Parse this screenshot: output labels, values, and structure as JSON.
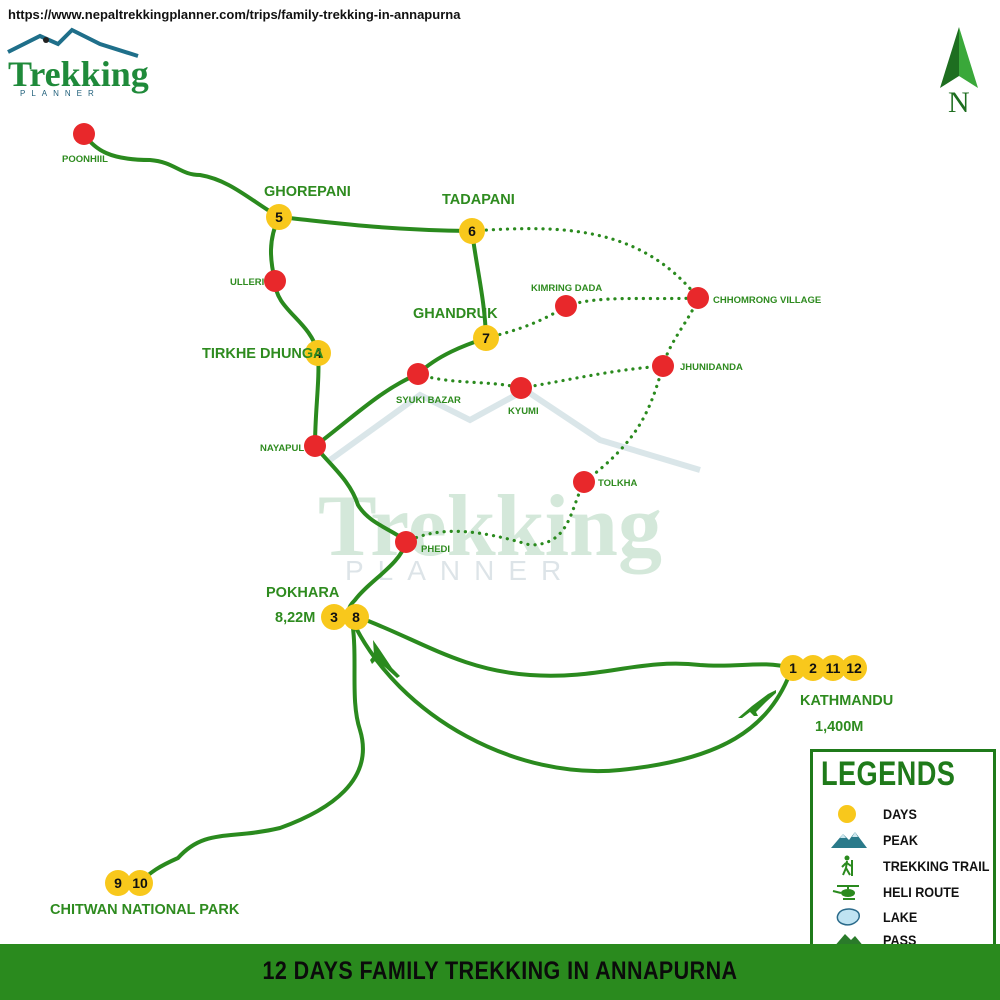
{
  "url": "https://www.nepaltrekkingplanner.com/trips/family-trekking-in-annapurna",
  "logo": {
    "top_text": "Trekking",
    "sub_text": "PLANNER"
  },
  "watermark": {
    "main": "Trekking",
    "sub": "PLANNER"
  },
  "compass": {
    "label": "N"
  },
  "places": {
    "poonhill": "POONHIIL",
    "ghorepani": "GHOREPANI",
    "tadapani": "TADAPANI",
    "ulleri": "ULLERI",
    "kimring_dada": "KIMRING DADA",
    "chhomrong": "CHHOMRONG VILLAGE",
    "ghandruk": "GHANDRUK",
    "tirkhe_dhunga": "TIRKHE DHUNGA",
    "jhunidanda": "JHUNIDANDA",
    "syuki_bazar": "SYUKI BAZAR",
    "kyumi": "KYUMI",
    "nayapul": "NAYAPUL",
    "tolkha": "TOLKHA",
    "phedi": "PHEDI",
    "pokhara": "POKHARA",
    "pokhara_alt": "8,22M",
    "kathmandu": "KATHMANDU",
    "kathmandu_alt": "1,400M",
    "chitwan": "CHITWAN NATIONAL PARK"
  },
  "days": {
    "ghorepani": "5",
    "tadapani": "6",
    "ghandruk": "7",
    "tirkhe_dhunga": "4",
    "pokhara_a": "3",
    "pokhara_b": "8",
    "kathmandu_a": "1",
    "kathmandu_b": "2",
    "kathmandu_c": "11",
    "kathmandu_d": "12",
    "chitwan_a": "9",
    "chitwan_b": "10"
  },
  "legend": {
    "title": "LEGENDS",
    "items": [
      {
        "icon": "day-circle-icon",
        "label": "DAYS"
      },
      {
        "icon": "peak-icon",
        "label": "PEAK"
      },
      {
        "icon": "hiker-icon",
        "label": "TREKKING TRAIL"
      },
      {
        "icon": "helicopter-icon",
        "label": "HELI ROUTE"
      },
      {
        "icon": "lake-icon",
        "label": "LAKE"
      },
      {
        "icon": "pass-icon",
        "label": "PASS"
      }
    ]
  },
  "banner": {
    "title": "12 DAYS FAMILY TREKKING IN ANNAPURNA"
  },
  "colors": {
    "route": "#2a8a1e",
    "day_marker": "#f8c81c",
    "stop_marker": "#e8282b",
    "label": "#2e8b1f",
    "banner": "#2a8a1e"
  }
}
